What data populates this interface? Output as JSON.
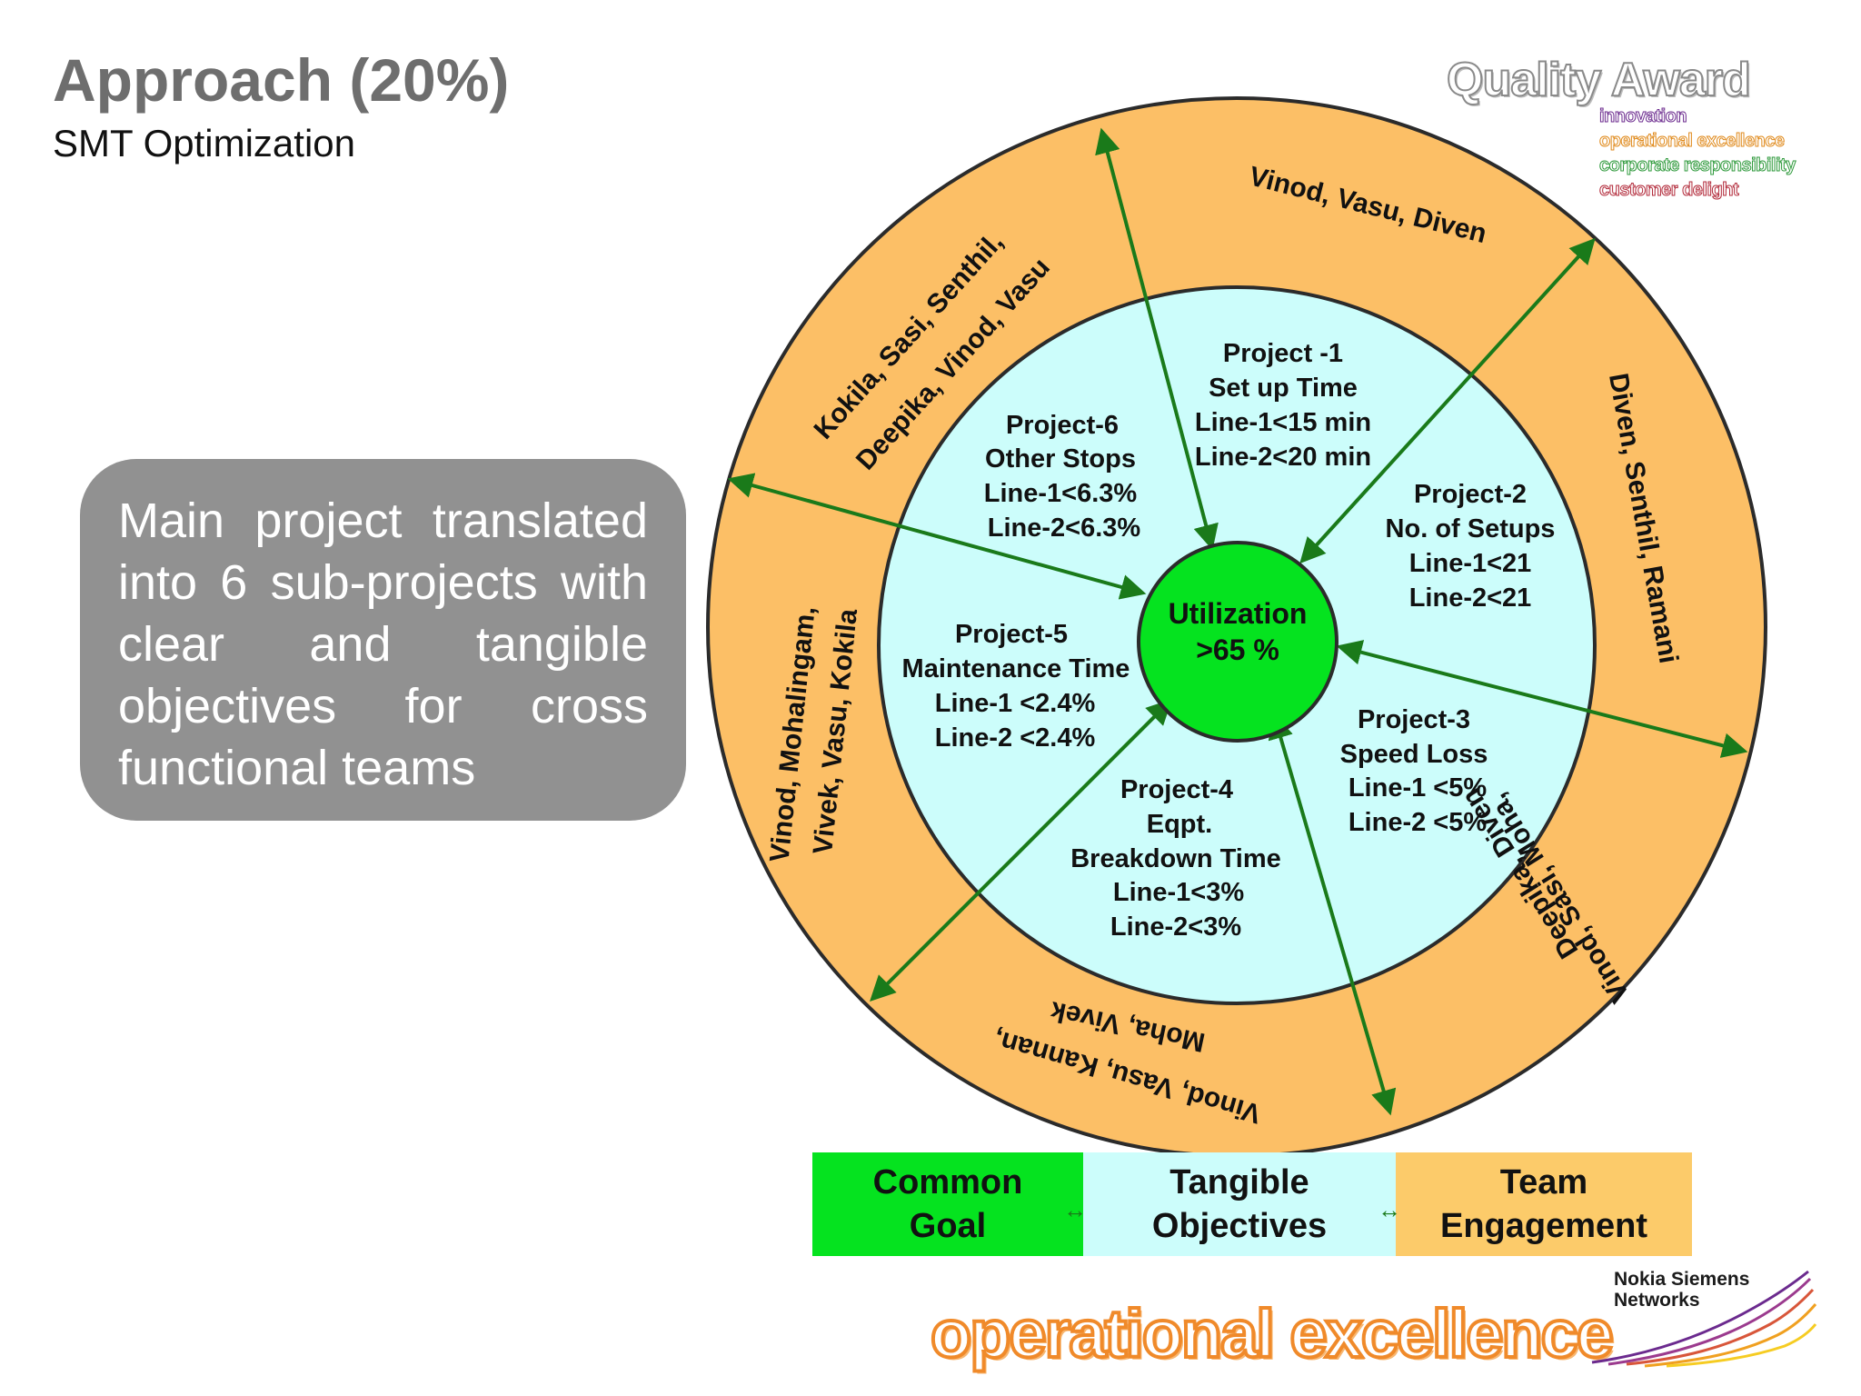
{
  "header": {
    "title": "Approach (20%)",
    "subtitle": "SMT Optimization"
  },
  "callout": {
    "text": "Main project translated into 6 sub-projects with clear and tangible objectives for cross functional teams"
  },
  "award": {
    "title": "Quality Award",
    "tags": [
      "innovation",
      "operational excellence",
      "corporate responsibility",
      "customer delight"
    ]
  },
  "diagram": {
    "center": {
      "line1": "Utilization",
      "line2": ">65 %"
    },
    "projects": [
      [
        "Project -1",
        "Set up Time",
        "Line-1<15 min",
        "Line-2<20 min"
      ],
      [
        "Project-2",
        "No. of Setups",
        "Line-1<21",
        "Line-2<21"
      ],
      [
        "Project-3",
        "Speed Loss",
        "Line-1 <5%",
        "Line-2 <5%"
      ],
      [
        "Project-4",
        "Eqpt.",
        "Breakdown Time",
        "Line-1<3%",
        "Line-2<3%"
      ],
      [
        "Project-5",
        "Maintenance Time",
        "Line-1 <2.4%",
        "Line-2 <2.4%"
      ],
      [
        "Project-6",
        "Other Stops",
        "Line-1<6.3%",
        "Line-2<6.3%"
      ]
    ],
    "teams": {
      "top": "Vinod, Vasu, Diven",
      "right": "Diven, Senthil, Ramani",
      "bottom_right_1": "Vinod, Sasi, Moha,",
      "bottom_right_2": "Deepika, Diven",
      "bottom_1": "Vinod, Vasu, Kannan,",
      "bottom_2": "Moha, Vivek",
      "left_1": "Vinod, Mohalingam,",
      "left_2": "Vivek, Vasu, Kokila",
      "top_left_1": "Kokila, Sasi, Senthil,",
      "top_left_2": "Deepika, Vinod, Vasu"
    },
    "colors": {
      "outer_ring": "#fcbf66",
      "inner_circle": "#ccfdfb",
      "center": "#05e31f",
      "arrow": "#1a7a1a"
    }
  },
  "legend": {
    "goal": "Common Goal",
    "objectives": "Tangible Objectives",
    "team": "Team Engagement",
    "arrow_glyph": "↔"
  },
  "footer": {
    "banner": "operational excellence",
    "logo_line1": "Nokia Siemens",
    "logo_line2": "Networks"
  }
}
